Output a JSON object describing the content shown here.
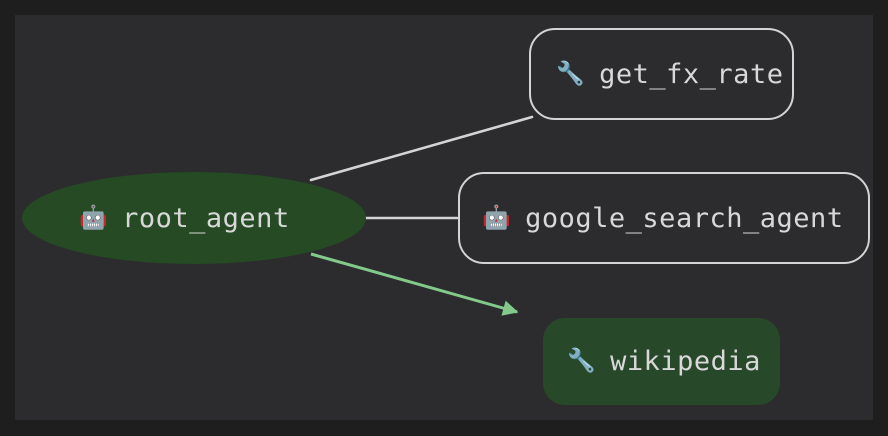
{
  "canvas": {
    "background_color": "#1e1e1e",
    "panel_color": "#2c2c2f"
  },
  "graph": {
    "type": "agent-hierarchy",
    "edge_color": "#d4d4d4",
    "highlight_color": "#82c98a",
    "node_fill_highlight": "#28482a",
    "node_stroke": "#d4d4d4",
    "text_color": "#d8d8d8",
    "nodes": [
      {
        "id": "root_agent",
        "label": "root_agent",
        "icon": "robot-emoji",
        "icon_glyph": "🤖",
        "shape": "ellipse",
        "style": "filled-green"
      },
      {
        "id": "get_fx_rate",
        "label": "get_fx_rate",
        "icon": "wrench-emoji",
        "icon_glyph": "🔧",
        "shape": "rounded-rect",
        "style": "outlined"
      },
      {
        "id": "google_search_agent",
        "label": "google_search_agent",
        "icon": "robot-emoji",
        "icon_glyph": "🤖",
        "shape": "rounded-rect",
        "style": "outlined"
      },
      {
        "id": "wikipedia",
        "label": "wikipedia",
        "icon": "wrench-emoji",
        "icon_glyph": "🔧",
        "shape": "rounded-rect",
        "style": "filled-green-highlight"
      }
    ],
    "edges": [
      {
        "from": "root_agent",
        "to": "get_fx_rate",
        "style": "plain",
        "color": "#d4d4d4"
      },
      {
        "from": "root_agent",
        "to": "google_search_agent",
        "style": "plain",
        "color": "#d4d4d4"
      },
      {
        "from": "root_agent",
        "to": "wikipedia",
        "style": "arrow-highlight",
        "color": "#82c98a"
      }
    ]
  }
}
